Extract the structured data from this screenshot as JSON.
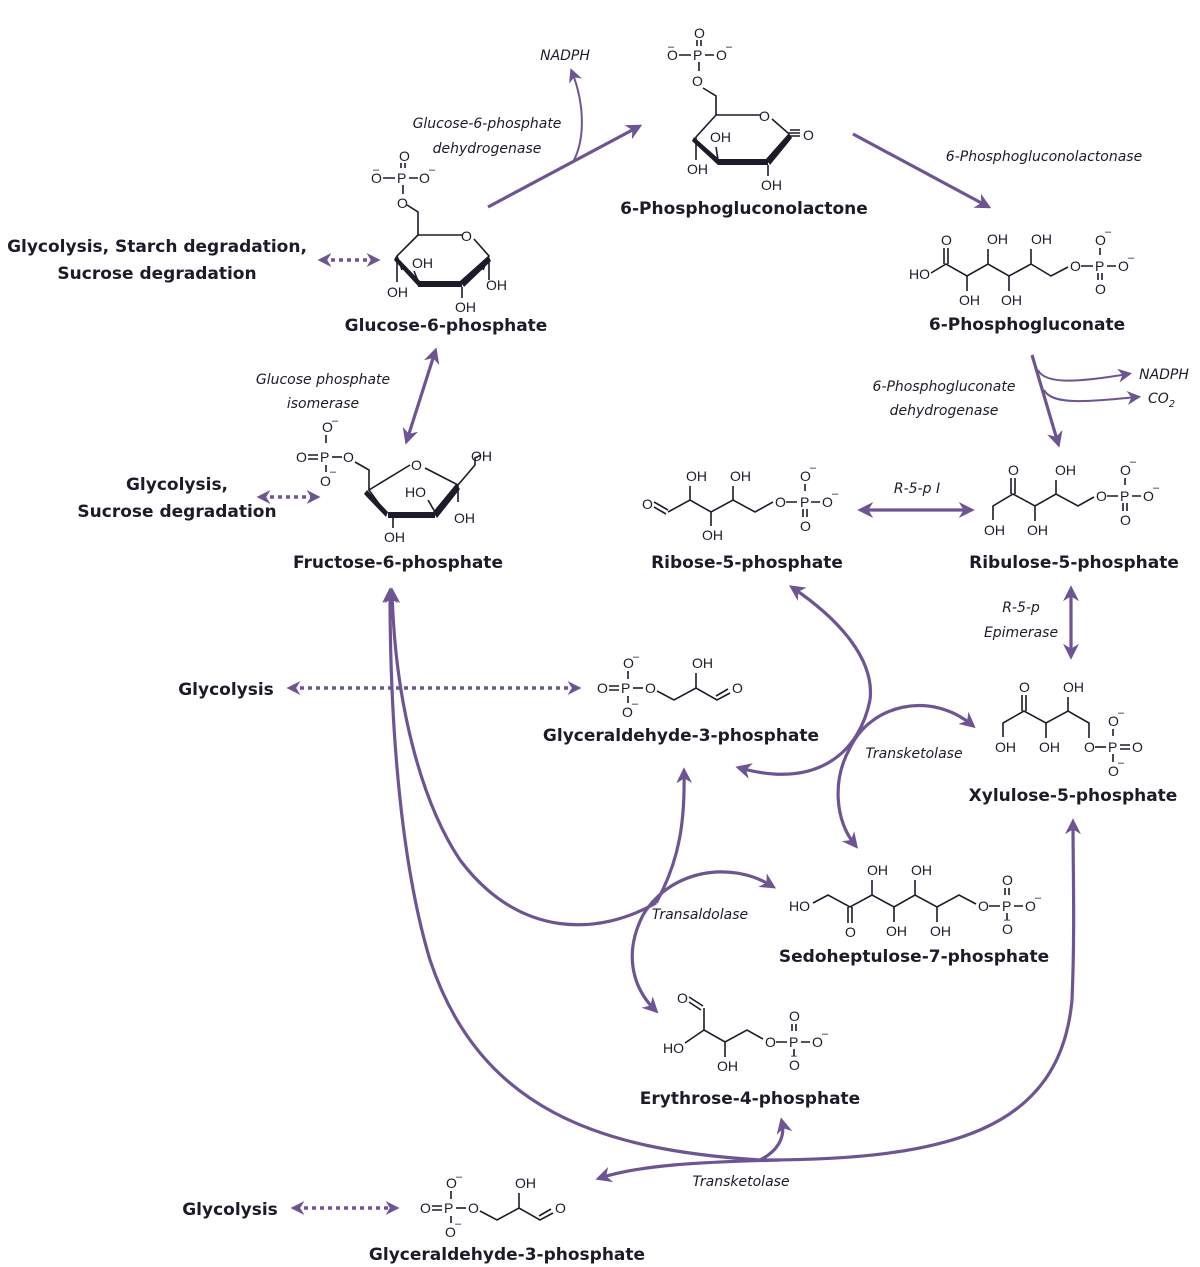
{
  "colors": {
    "arrow": "#6e5494",
    "text": "#1e1a2a",
    "background": "#ffffff"
  },
  "compounds": {
    "g6p": "Glucose-6-phosphate",
    "pgl": "6-Phosphogluconolactone",
    "pg": "6-Phosphogluconate",
    "f6p": "Fructose-6-phosphate",
    "r5p": "Ribose-5-phosphate",
    "ru5p": "Ribulose-5-phosphate",
    "x5p": "Xylulose-5-phosphate",
    "g3p_mid": "Glyceraldehyde-3-phosphate",
    "s7p": "Sedoheptulose-7-phosphate",
    "e4p": "Erythrose-4-phosphate",
    "g3p_bottom": "Glyceraldehyde-3-phosphate"
  },
  "external_pathways": {
    "g6p_line1": "Glycolysis, Starch degradation,",
    "g6p_line2": "Sucrose degradation",
    "f6p_line1": "Glycolysis,",
    "f6p_line2": "Sucrose degradation",
    "g3p_mid": "Glycolysis",
    "g3p_bottom": "Glycolysis"
  },
  "enzymes": {
    "g6pd_line1": "Glucose-6-phosphate",
    "g6pd_line2": "dehydrogenase",
    "pgl": "6-Phosphogluconolactonase",
    "pgd_line1": "6-Phosphogluconate",
    "pgd_line2": "dehydrogenase",
    "gpi_line1": "Glucose phosphate",
    "gpi_line2": "isomerase",
    "rpi": "R-5-p I",
    "rpe_line1": "R-5-p",
    "rpe_line2": "Epimerase",
    "tkt_upper": "Transketolase",
    "tal": "Transaldolase",
    "tkt_lower": "Transketolase"
  },
  "products": {
    "nadph_1": "NADPH",
    "nadph_2": "NADPH",
    "co2": "CO",
    "co2_sub": "2"
  },
  "atoms": {
    "O": "O",
    "OH": "OH",
    "HO": "HO",
    "P": "P",
    "minus": "–"
  }
}
